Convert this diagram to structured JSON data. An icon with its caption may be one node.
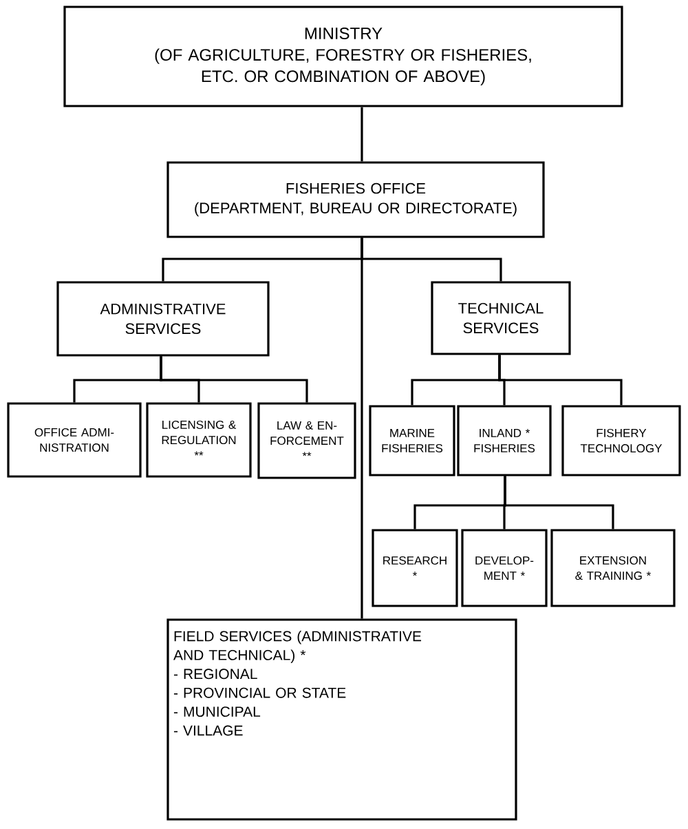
{
  "diagram": {
    "nodes": [
      {
        "text": [
          "MINISTRY",
          "(OF AGRICULTURE, FORESTRY OR FISHERIES, ETC. OR COMBINATION OF ABOVE)"
        ]
      },
      {
        "text": [
          "FISHERIES OFFICE",
          "(DEPARTMENT, BUREAU OR DIRECTORATE)"
        ]
      },
      {
        "text": [
          "ADMINISTRATIVE SERVICES"
        ]
      },
      {
        "text": [
          "TECHNICAL SERVICES"
        ]
      },
      {
        "text": [
          "OFFICE ADMI- NISTRATION"
        ]
      },
      {
        "text": [
          "LICENSING & REGULATION",
          "**"
        ]
      },
      {
        "text": [
          "LAW & EN- FORCEMENT",
          "**"
        ]
      },
      {
        "text": [
          "MARINE FISHERIES"
        ]
      },
      {
        "text": [
          "INLAND * FISHERIES"
        ]
      },
      {
        "text": [
          "FISHERY TECHNOLOGY"
        ]
      },
      {
        "text": [
          "RESEARCH",
          "*"
        ]
      },
      {
        "text": [
          "DEVELOP- MENT *"
        ]
      },
      {
        "text": [
          "EXTENSION & TRAINING *"
        ]
      },
      {
        "text": [
          "FIELD SERVICES (ADMINISTRATIVE AND TECHNICAL) *",
          "- REGIONAL",
          "- PROVINCIAL OR STATE",
          "- MUNICIPAL",
          "- VILLAGE"
        ]
      }
    ],
    "edges": [
      {
        "from": 0,
        "to": 1,
        "arrow": "none"
      },
      {
        "from": 1,
        "to": 2,
        "arrow": "none"
      },
      {
        "from": 1,
        "to": 3,
        "arrow": "none"
      },
      {
        "from": 1,
        "to": 13,
        "arrow": "none"
      },
      {
        "from": 2,
        "to": 4,
        "arrow": "none"
      },
      {
        "from": 2,
        "to": 5,
        "arrow": "none"
      },
      {
        "from": 2,
        "to": 6,
        "arrow": "none"
      },
      {
        "from": 3,
        "to": 7,
        "arrow": "none"
      },
      {
        "from": 3,
        "to": 8,
        "arrow": "none"
      },
      {
        "from": 3,
        "to": 9,
        "arrow": "none"
      },
      {
        "from": 8,
        "to": 10,
        "arrow": "none"
      },
      {
        "from": 8,
        "to": 11,
        "arrow": "none"
      },
      {
        "from": 8,
        "to": 12,
        "arrow": "none"
      }
    ]
  }
}
